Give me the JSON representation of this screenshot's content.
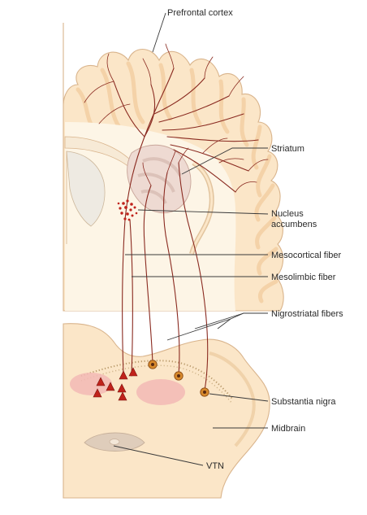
{
  "labels": {
    "prefrontal_cortex": "Prefrontal cortex",
    "striatum": "Striatum",
    "nucleus_accumbens_line1": "Nucleus",
    "nucleus_accumbens_line2": "accumbens",
    "mesocortical_fiber": "Mesocortical fiber",
    "mesolimbic_fiber": "Mesolimbic fiber",
    "nigrostriatal_fibers": "Nigrostriatal fibers",
    "substantia_nigra": "Substantia nigra",
    "midbrain": "Midbrain",
    "vtn": "VTN"
  },
  "colors": {
    "tissue_fill": "#fbe6c8",
    "tissue_outline": "#d9b48c",
    "sulcus": "#f4d2a8",
    "white_matter": "#fdf5e6",
    "ventricle": "#f3f0ea",
    "striatum_fill": "#e9d4cf",
    "fiber": "#8a2a20",
    "neuron": "#c0221b",
    "nigra_dots": "#b99a6a",
    "pink_zone": "#f2b9b5",
    "aqueduct": "#dcc9b8"
  }
}
